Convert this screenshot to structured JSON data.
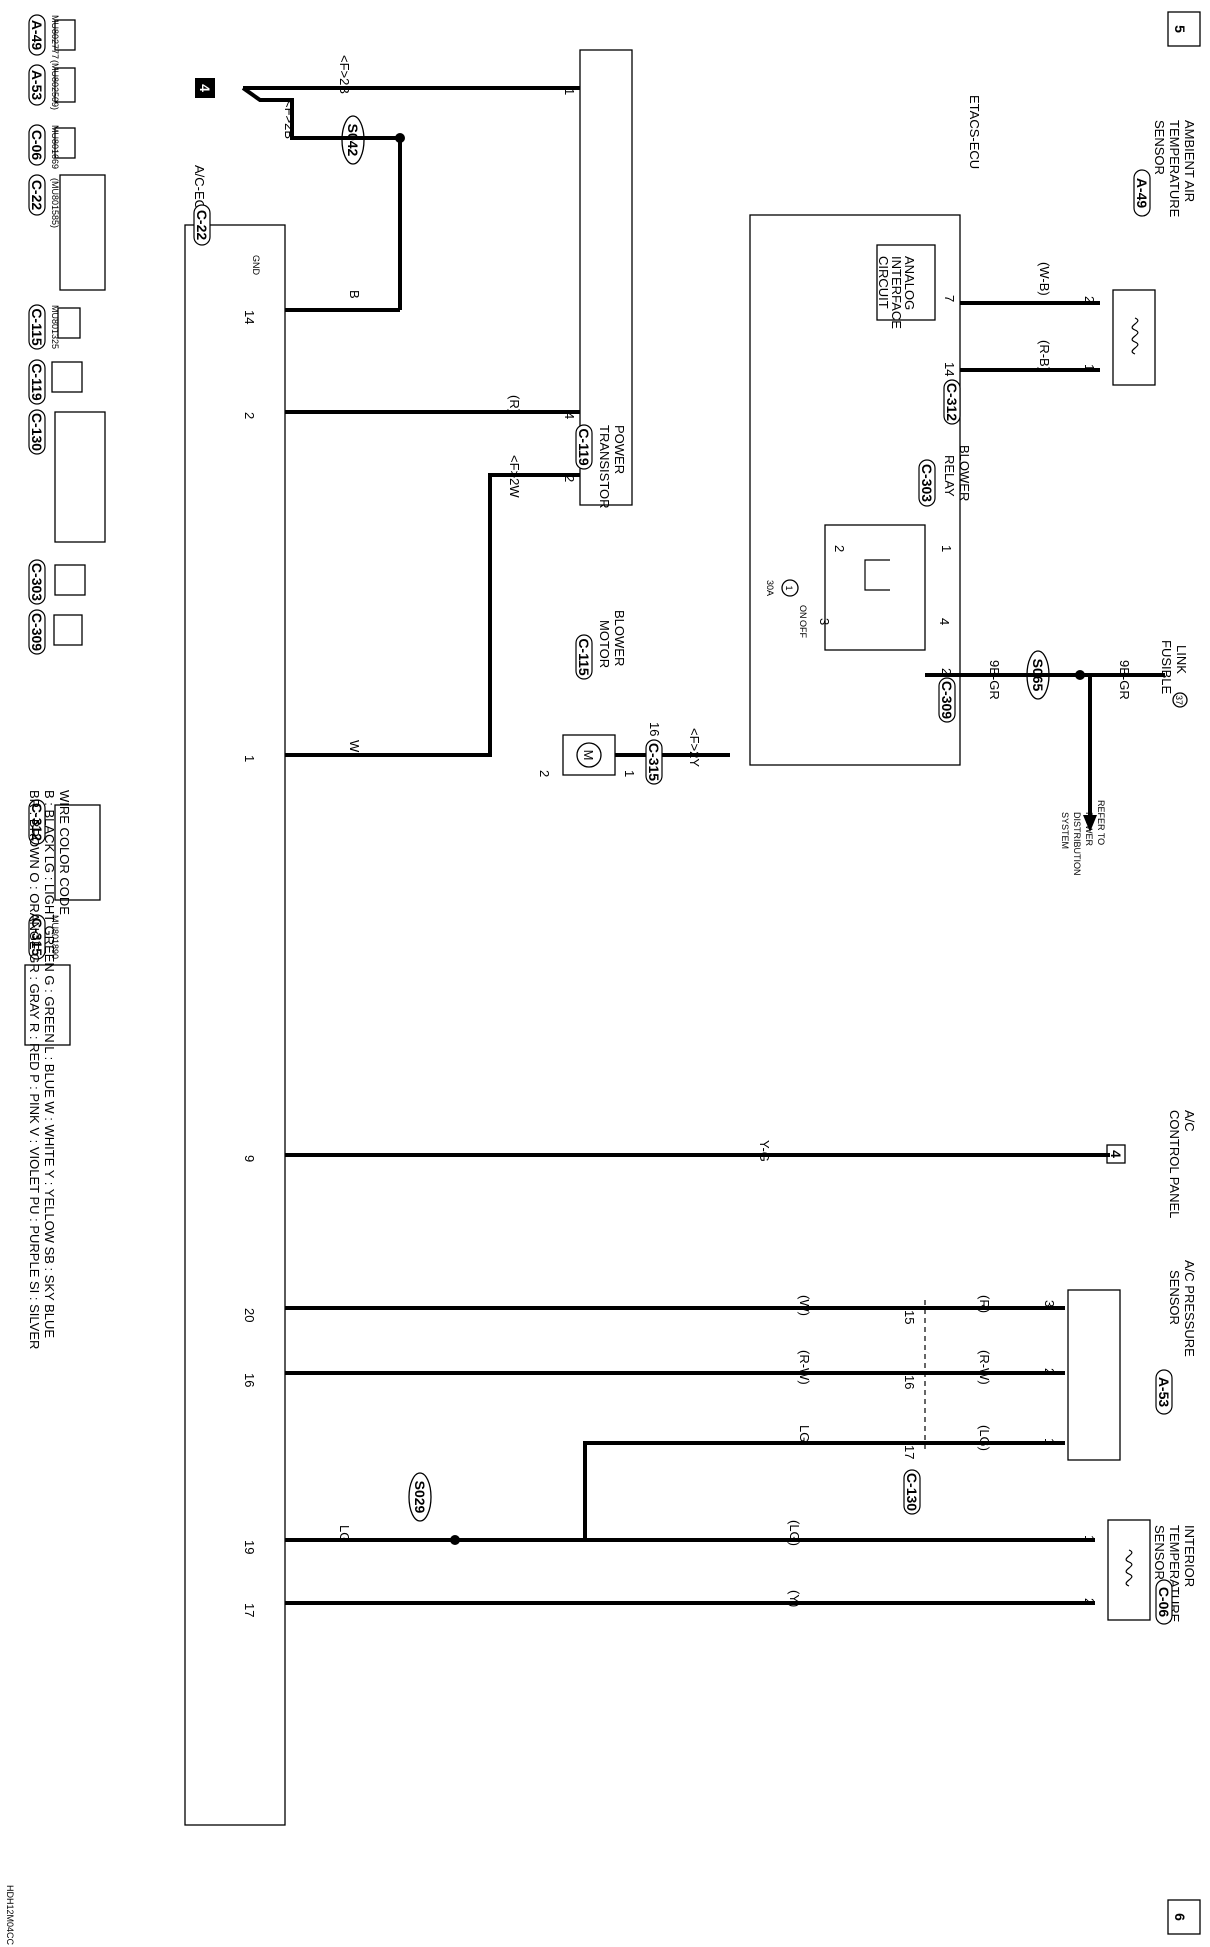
{
  "page": {
    "top_number": "5",
    "bottom_number": "6",
    "figure_code": "HDH12M04CC"
  },
  "ground_box": "4",
  "splices": {
    "s042": "S042",
    "s065": "S065",
    "s029": "S029"
  },
  "fusible_link": {
    "label_line1": "FUSIBLE",
    "label_line2": "LINK",
    "number": "37"
  },
  "power_dist": [
    "REFER TO",
    "POWER",
    "DISTRIBUTION",
    "SYSTEM"
  ],
  "components": {
    "ambient_sensor": {
      "lines": [
        "AMBIENT AIR",
        "TEMPERATURE",
        "SENSOR"
      ],
      "conn": "A-49",
      "pin_a": "2",
      "pin_b": "1"
    },
    "etacs": {
      "label": "ETACS-ECU"
    },
    "analog_circuit": [
      "ANALOG",
      "INTERFACE",
      "CIRCUIT"
    ],
    "blower_relay": {
      "lines": [
        "BLOWER",
        "RELAY"
      ],
      "conn": "C-303",
      "fuse_no": "1",
      "fuse_amp": "30A",
      "on": "ON",
      "off": "OFF",
      "pins": [
        "1",
        "2",
        "3",
        "4"
      ]
    },
    "power_transistor": {
      "lines": [
        "POWER",
        "TRANSISTOR"
      ],
      "conn": "C-119",
      "pins": [
        "1",
        "4",
        "2"
      ]
    },
    "blower_motor": {
      "lines": [
        "BLOWER",
        "MOTOR"
      ],
      "conn": "C-115",
      "pin_a": "1",
      "pin_b": "2"
    },
    "ac_ecu": {
      "label": "A/C-ECU",
      "conn": "C-22",
      "gnd": "GND",
      "pins": [
        "14",
        "2",
        "1",
        "9",
        "20",
        "16",
        "19",
        "17"
      ]
    },
    "ac_panel": {
      "lines": [
        "A/C",
        "CONTROL PANEL"
      ],
      "box": "4"
    },
    "pressure_sensor": {
      "lines": [
        "A/C PRESSURE",
        "SENSOR"
      ],
      "conn": "A-53",
      "pins": [
        "3",
        "2",
        "1"
      ]
    },
    "interior_sensor": {
      "lines": [
        "INTERIOR",
        "TEMPERATURE",
        "SENSOR"
      ],
      "conn": "C-06",
      "pins": [
        "1",
        "2"
      ]
    }
  },
  "connectors": {
    "c312": "C-312",
    "c309": "C-309",
    "c315": "C-315",
    "c130": "C-130",
    "c312_pins": [
      "7",
      "14"
    ],
    "c309_pin": "2",
    "c315_pin": "16",
    "c130_pins": [
      "15",
      "16",
      "17"
    ]
  },
  "wires": {
    "f2b_top": "<F>2B",
    "f2b_mid": "<F>2B",
    "b": "B",
    "r": "(R)",
    "f2w": "<F>2W",
    "w": "W",
    "f2y": "<F>2Y",
    "wb": "(W-B)",
    "rb": "(R-B)",
    "gr_a": "9B-GR",
    "gr_b": "9B-GR",
    "yg": "Y-G",
    "w_paren": "(W)",
    "r_paren": "(R)",
    "rw_a": "(R-W)",
    "rw_b": "(R-W)",
    "lg_paren_a": "(LG)",
    "lg_a": "LG",
    "lg_b": "LG",
    "lg_paren_b": "(LG)",
    "y_paren": "(Y)"
  },
  "legend_connectors": [
    {
      "id": "A-49",
      "part": "MU802777"
    },
    {
      "id": "A-53",
      "part": "(MU802509)"
    },
    {
      "id": "C-06",
      "part": "MU801669"
    },
    {
      "id": "C-22",
      "part": "(MU801585)"
    },
    {
      "id": "C-115",
      "part": "MU801325"
    },
    {
      "id": "C-119",
      "part": ""
    },
    {
      "id": "C-130",
      "part": ""
    },
    {
      "id": "C-303",
      "part": ""
    },
    {
      "id": "C-309",
      "part": ""
    },
    {
      "id": "C-312",
      "part": ""
    },
    {
      "id": "C-315",
      "part": "MU801890"
    }
  ],
  "wire_code": {
    "title": "WIRE COLOR CODE",
    "row1": "B : BLACK   LG : LIGHT GREEN   G : GREEN   L : BLUE   W : WHITE   Y : YELLOW   SB : SKY BLUE",
    "row2": "BR : BROWN   O : ORANGE   GR : GRAY   R : RED   P : PINK   V : VIOLET   PU : PURPLE   SI : SILVER"
  }
}
